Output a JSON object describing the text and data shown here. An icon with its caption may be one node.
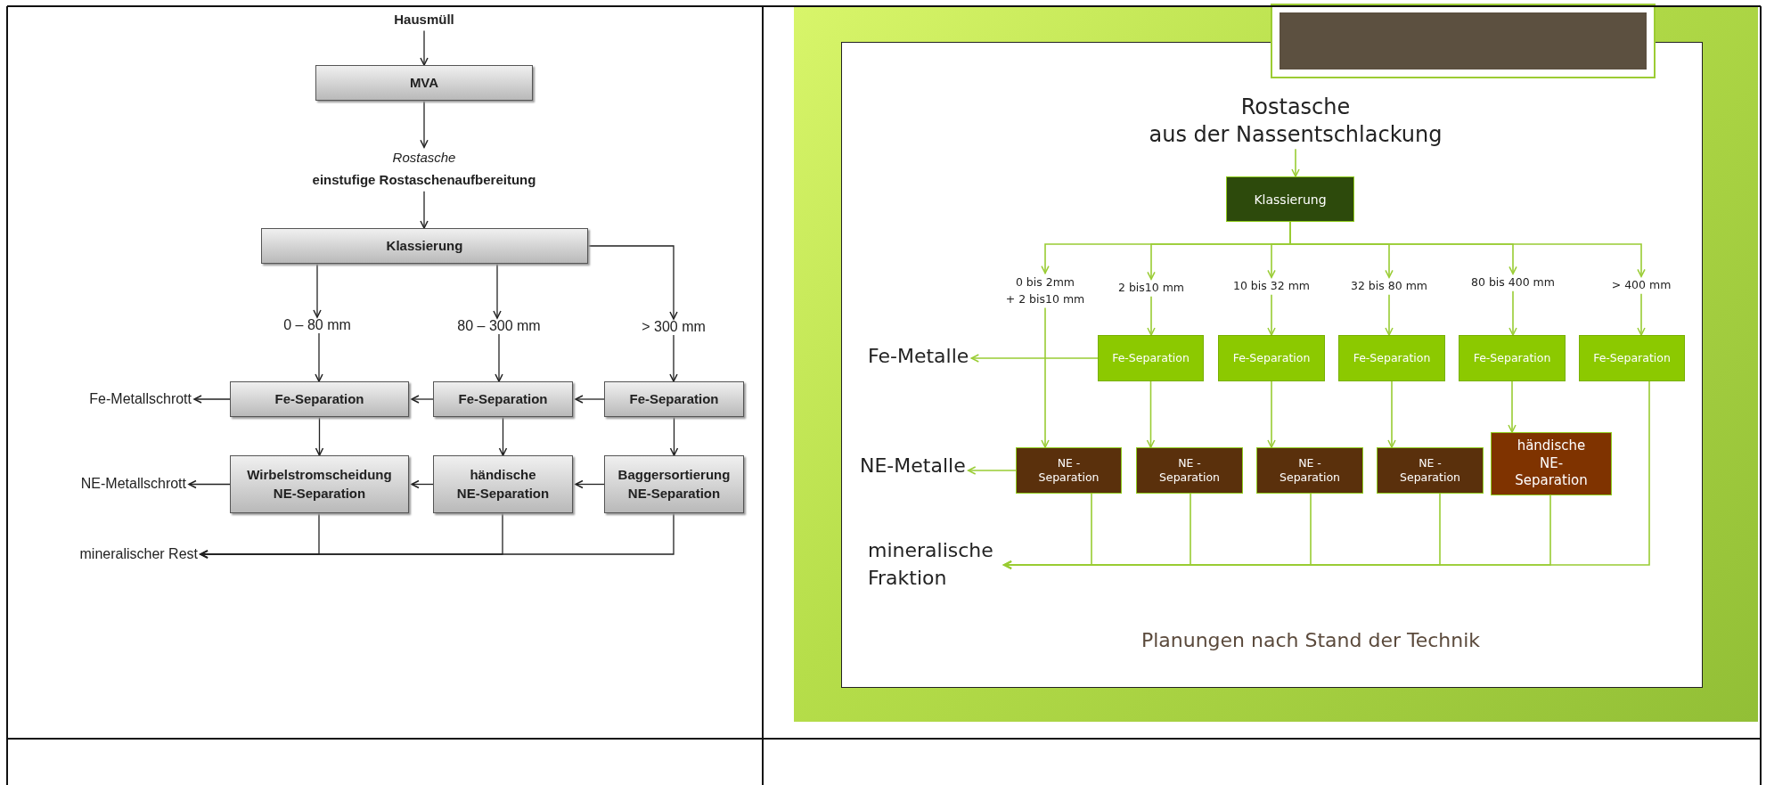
{
  "diagram": {
    "nodes": [
      {
        "text": [
          "Hausmüll"
        ]
      },
      {
        "text": [
          "MVA"
        ]
      },
      {
        "text": [
          "Rostasche",
          "einstufige Rostaschenaufbereitung"
        ]
      },
      {
        "text": [
          "Klassierung"
        ]
      },
      {
        "text": [
          "0 – 80 mm"
        ]
      },
      {
        "text": [
          "80 – 300 mm"
        ]
      },
      {
        "text": [
          "> 300 mm"
        ]
      },
      {
        "text": [
          "Fe-Metallschrott"
        ]
      },
      {
        "text": [
          "Fe-Separation"
        ]
      },
      {
        "text": [
          "Fe-Separation"
        ]
      },
      {
        "text": [
          "Fe-Separation"
        ]
      },
      {
        "text": [
          "NE-Metallschrott"
        ]
      },
      {
        "text": [
          "Wirbelstromscheidung",
          "NE-Separation"
        ]
      },
      {
        "text": [
          "händische",
          "NE-Separation"
        ]
      },
      {
        "text": [
          "Baggersortierung",
          "NE-Separation"
        ]
      },
      {
        "text": [
          "mineralischer Rest"
        ]
      },
      {
        "text": [
          "Rostasche",
          "aus der Nassentschlackung"
        ]
      },
      {
        "text": [
          "Klassierung"
        ]
      },
      {
        "text": [
          "0 bis 2mm",
          "+ 2 bis10 mm"
        ]
      },
      {
        "text": [
          "2 bis10 mm"
        ]
      },
      {
        "text": [
          "10 bis 32 mm"
        ]
      },
      {
        "text": [
          "32 bis 80 mm"
        ]
      },
      {
        "text": [
          "80 bis 400 mm"
        ]
      },
      {
        "text": [
          "> 400 mm"
        ]
      },
      {
        "text": [
          "Fe-Metalle"
        ]
      },
      {
        "text": [
          "Fe-Separation"
        ]
      },
      {
        "text": [
          "Fe-Separation"
        ]
      },
      {
        "text": [
          "Fe-Separation"
        ]
      },
      {
        "text": [
          "Fe-Separation"
        ]
      },
      {
        "text": [
          "Fe-Separation"
        ]
      },
      {
        "text": [
          "NE-Metalle"
        ]
      },
      {
        "text": [
          "NE - Separation"
        ]
      },
      {
        "text": [
          "NE - Separation"
        ]
      },
      {
        "text": [
          "NE - Separation"
        ]
      },
      {
        "text": [
          "NE - Separation"
        ]
      },
      {
        "text": [
          "händische NE-Separation"
        ]
      },
      {
        "text": [
          "mineralische Fraktion"
        ]
      }
    ],
    "edges": [
      {
        "from": 0,
        "to": 1,
        "arrow": "to",
        "color": "#222222"
      },
      {
        "from": 1,
        "to": 2,
        "arrow": "to",
        "color": "#222222"
      },
      {
        "from": 2,
        "to": 3,
        "arrow": "to",
        "color": "#222222"
      },
      {
        "from": 3,
        "to": 4,
        "arrow": "to",
        "color": "#222222"
      },
      {
        "from": 3,
        "to": 5,
        "arrow": "to",
        "color": "#222222"
      },
      {
        "from": 3,
        "to": 6,
        "arrow": "to",
        "color": "#222222"
      },
      {
        "from": 4,
        "to": 8,
        "arrow": "to",
        "color": "#222222"
      },
      {
        "from": 5,
        "to": 9,
        "arrow": "to",
        "color": "#222222"
      },
      {
        "from": 6,
        "to": 10,
        "arrow": "to",
        "color": "#222222"
      },
      {
        "from": 10,
        "to": 9,
        "arrow": "to",
        "color": "#222222"
      },
      {
        "from": 9,
        "to": 8,
        "arrow": "to",
        "color": "#222222"
      },
      {
        "from": 8,
        "to": 7,
        "arrow": "to",
        "color": "#222222"
      },
      {
        "from": 8,
        "to": 12,
        "arrow": "to",
        "color": "#222222"
      },
      {
        "from": 9,
        "to": 13,
        "arrow": "to",
        "color": "#222222"
      },
      {
        "from": 10,
        "to": 14,
        "arrow": "to",
        "color": "#222222"
      },
      {
        "from": 14,
        "to": 13,
        "arrow": "to",
        "color": "#222222"
      },
      {
        "from": 13,
        "to": 12,
        "arrow": "to",
        "color": "#222222"
      },
      {
        "from": 12,
        "to": 11,
        "arrow": "to",
        "color": "#222222"
      },
      {
        "from": 12,
        "to": 15,
        "arrow": "to",
        "color": "#222222"
      },
      {
        "from": 13,
        "to": 15,
        "arrow": "to",
        "color": "#222222"
      },
      {
        "from": 14,
        "to": 15,
        "arrow": "to",
        "color": "#222222"
      },
      {
        "from": 16,
        "to": 17,
        "arrow": "to"
      },
      {
        "from": 17,
        "to": 18,
        "arrow": "to"
      },
      {
        "from": 17,
        "to": 19,
        "arrow": "to"
      },
      {
        "from": 17,
        "to": 20,
        "arrow": "to"
      },
      {
        "from": 17,
        "to": 21,
        "arrow": "to"
      },
      {
        "from": 17,
        "to": 22,
        "arrow": "to"
      },
      {
        "from": 17,
        "to": 23,
        "arrow": "to"
      },
      {
        "from": 18,
        "to": 31,
        "arrow": "to"
      },
      {
        "from": 19,
        "to": 25,
        "arrow": "to"
      },
      {
        "from": 20,
        "to": 26,
        "arrow": "to"
      },
      {
        "from": 21,
        "to": 27,
        "arrow": "to"
      },
      {
        "from": 22,
        "to": 28,
        "arrow": "to"
      },
      {
        "from": 23,
        "to": 29,
        "arrow": "to"
      },
      {
        "from": 25,
        "to": 32,
        "arrow": "to"
      },
      {
        "from": 26,
        "to": 33,
        "arrow": "to"
      },
      {
        "from": 27,
        "to": 34,
        "arrow": "to"
      },
      {
        "from": 28,
        "to": 35,
        "arrow": "to"
      },
      {
        "from": 25,
        "to": 24,
        "arrow": "to"
      },
      {
        "from": 31,
        "to": 30,
        "arrow": "to"
      },
      {
        "from": 31,
        "to": 36,
        "arrow": "to"
      },
      {
        "from": 32,
        "to": 36,
        "arrow": "to"
      },
      {
        "from": 33,
        "to": 36,
        "arrow": "to"
      },
      {
        "from": 34,
        "to": 36,
        "arrow": "to"
      },
      {
        "from": 35,
        "to": 36,
        "arrow": "to"
      },
      {
        "from": 29,
        "to": 36,
        "arrow": "to"
      }
    ],
    "labels": [
      "Planungen nach Stand der Technik"
    ]
  }
}
